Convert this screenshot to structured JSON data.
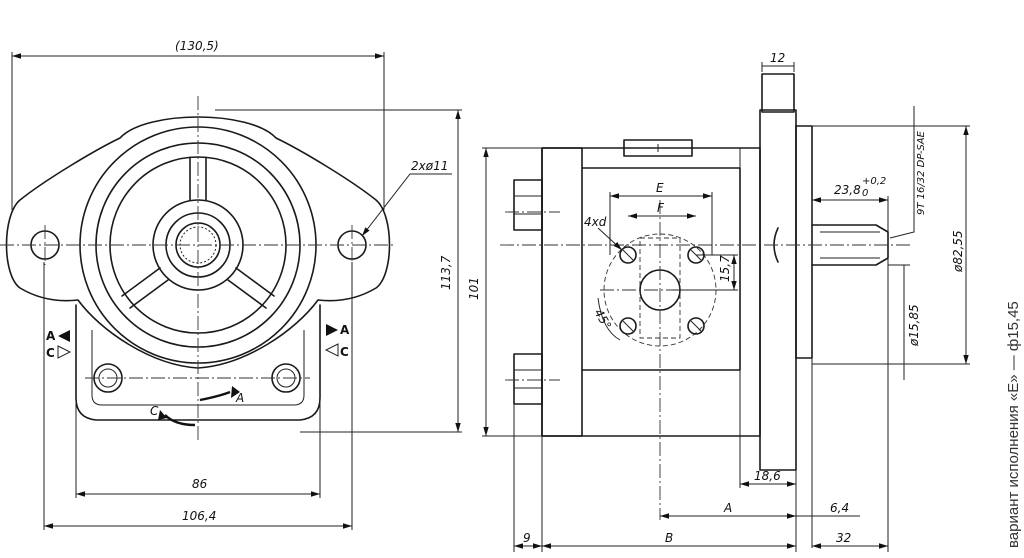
{
  "front_view": {
    "overall_width": "(130,5)",
    "holes_callout": "2xø11",
    "height": "113,7",
    "bolt_spacing": "86",
    "base_width": "106,4",
    "rotation_c": "C",
    "rotation_a": "A",
    "port_left_a": "A",
    "port_left_c": "C",
    "port_right_a": "A",
    "port_right_c": "C"
  },
  "side_view": {
    "flange_thickness": "12",
    "height": "101",
    "dim_e": "E",
    "dim_f": "F",
    "port_holes": "4xd",
    "port_offset": "15,7",
    "angle": "45°",
    "dim_18_6": "18,6",
    "dim_a": "A",
    "dim_6_4": "6,4",
    "dim_9": "9",
    "dim_b": "B",
    "dim_32": "32",
    "shaft_length": "23,8",
    "shaft_tol_upper": "+0,2",
    "shaft_tol_lower": "0",
    "spline_spec": "9T 16/32 DP-SAE",
    "pilot_diameter": "ø82,55",
    "shaft_diameter": "ø15,85"
  },
  "caption": "вариант исполнения «E» — ф15,45"
}
